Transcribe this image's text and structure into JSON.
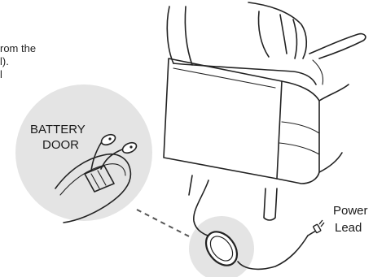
{
  "intro_text": {
    "line1": "rom the",
    "line2": "l).",
    "line3": "l"
  },
  "battery_door": {
    "line1": "BATTERY",
    "line2": "DOOR"
  },
  "power_lead": {
    "line1": "Power",
    "line2": "Lead"
  },
  "colors": {
    "line": "#222222",
    "zoom_circle": "#e4e4e4",
    "background": "#ffffff"
  }
}
